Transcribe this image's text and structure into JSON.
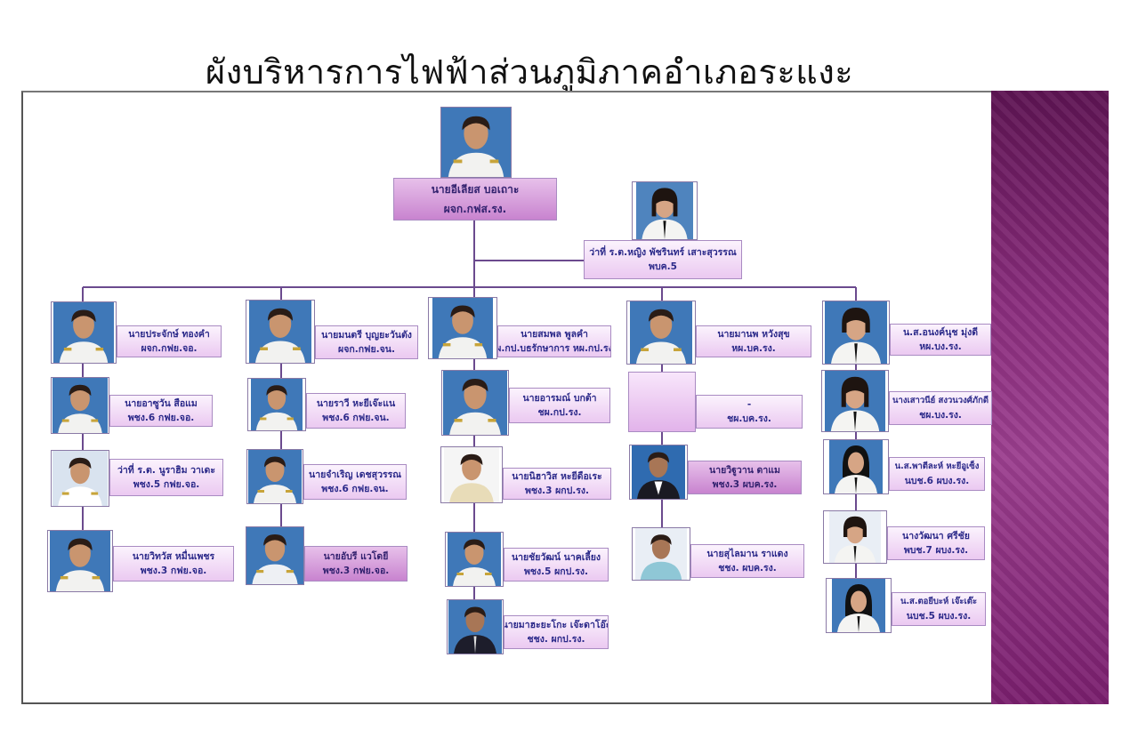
{
  "title": "ผังบริหารการไฟฟ้าส่วนภูมิภาคอำเภอระแงะ",
  "colors": {
    "accent": "#8a2d7d",
    "box": "#ebc9f1",
    "line": "#6b4a8e",
    "text": "#2c2a8a"
  },
  "chief": {
    "name": "นายอีเลียส บอเถาะ",
    "position": "ผจก.กฟส.รง."
  },
  "secretary": {
    "name": "ว่าที่ ร.ต.หญิง พัชรินทร์ เสาะสุวรรณ",
    "position": "พบค.5"
  },
  "columns": [
    {
      "members": [
        {
          "name": "นายประจักษ์ ทองคำ",
          "position": "ผจก.กฟย.จอ."
        },
        {
          "name": "นายอาซูวัน สือแม",
          "position": "พชง.6 กฟย.จอ."
        },
        {
          "name": "ว่าที่ ร.ต. นูราฮิม วาเดะ",
          "position": "พชง.5 กฟย.จอ."
        },
        {
          "name": "นายวิทวัส หมื่นเพชร",
          "position": "พชง.3 กฟย.จอ."
        }
      ]
    },
    {
      "members": [
        {
          "name": "นายมนตรี บุญยะวันตัง",
          "position": "ผจก.กฟย.จน."
        },
        {
          "name": "นายราวี หะยีเจ๊ะแน",
          "position": "พชง.6 กฟย.จน."
        },
        {
          "name": "นายจำเริญ เดชสุวรรณ",
          "position": "พชง.6 กฟย.จน."
        },
        {
          "name": "นายอับรี แวโดยี",
          "position": "พชง.3 กฟย.จอ."
        }
      ]
    },
    {
      "members": [
        {
          "name": "นายสมพล พูลคำ",
          "position": "ผ.กป.บธรักษาการ หผ.กป.รง"
        },
        {
          "name": "นายอารมณ์ บกต้า",
          "position": "ชผ.กป.รง."
        },
        {
          "name": "นายนิฮาวิส หะยีดือเระ",
          "position": "พชง.3 ผกป.รง."
        },
        {
          "name": "นายชัยวัฒน์ นาคเลี้ยง",
          "position": "พชง.5 ผกป.รง."
        },
        {
          "name": "นายมาฮะยะโกะ เจ๊ะดาโอ๊ะ",
          "position": "ชชง. ผกป.รง."
        }
      ]
    },
    {
      "members": [
        {
          "name": "นายมานพ หวังสุข",
          "position": "หผ.บค.รง."
        },
        {
          "name": "-",
          "position": "ชผ.บค.รง."
        },
        {
          "name": "นายวิฐูวาน ดาแม",
          "position": "พชง.3 ผบค.รง."
        },
        {
          "name": "นายสุไลมาน ราแดง",
          "position": "ชชง. ผบค.รง."
        }
      ]
    },
    {
      "members": [
        {
          "name": "น.ส.อนงค์นุช มุ่งดี",
          "position": "หผ.บง.รง."
        },
        {
          "name": "นางเสาวนีย์ สงวนวงศ์ภักดี",
          "position": "ชผ.บง.รง."
        },
        {
          "name": "น.ส.พาตีละห์ หะยีอูเซ็ง",
          "position": "นบช.6 ผบง.รง."
        },
        {
          "name": "นางวัฒนา ศรีชัย",
          "position": "พบช.7 ผบง.รง."
        },
        {
          "name": "น.ส.ตอยีบะห์ เจ๊ะเต๊ะ",
          "position": "นบช.5 ผบง.รง."
        }
      ]
    }
  ]
}
